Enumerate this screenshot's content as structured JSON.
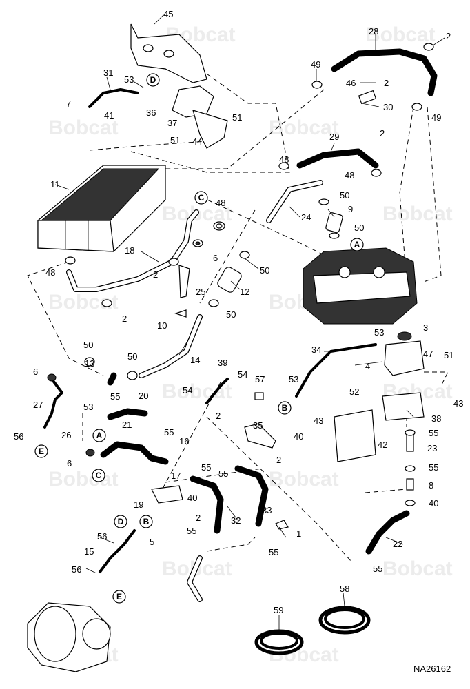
{
  "watermark": "Bobcat",
  "drawing_code": "NA26162",
  "callouts": [
    {
      "id": "A",
      "label": "A"
    },
    {
      "id": "B",
      "label": "B"
    },
    {
      "id": "C",
      "label": "C"
    },
    {
      "id": "D",
      "label": "D"
    },
    {
      "id": "E",
      "label": "E"
    },
    {
      "id": "A2",
      "label": "A"
    },
    {
      "id": "B2",
      "label": "B"
    },
    {
      "id": "C2",
      "label": "C"
    },
    {
      "id": "D2",
      "label": "D"
    },
    {
      "id": "E2",
      "label": "E"
    }
  ],
  "labels": [
    "45",
    "28",
    "2",
    "49",
    "31",
    "53",
    "7",
    "41",
    "36",
    "37",
    "46",
    "2",
    "30",
    "49",
    "51",
    "44",
    "51",
    "2",
    "29",
    "48",
    "48",
    "11",
    "50",
    "48",
    "9",
    "24",
    "50",
    "18",
    "6",
    "50",
    "2",
    "25",
    "12",
    "48",
    "2",
    "10",
    "50",
    "14",
    "50",
    "13",
    "50",
    "3",
    "53",
    "34",
    "47",
    "51",
    "4",
    "6",
    "39",
    "54",
    "57",
    "53",
    "27",
    "55",
    "20",
    "54",
    "52",
    "43",
    "53",
    "2",
    "35",
    "40",
    "56",
    "26",
    "21",
    "55",
    "16",
    "43",
    "38",
    "42",
    "55",
    "6",
    "2",
    "17",
    "55",
    "40",
    "23",
    "55",
    "55",
    "19",
    "40",
    "8",
    "2",
    "32",
    "33",
    "55",
    "56",
    "5",
    "1",
    "55",
    "15",
    "22",
    "56",
    "55",
    "58",
    "59"
  ]
}
